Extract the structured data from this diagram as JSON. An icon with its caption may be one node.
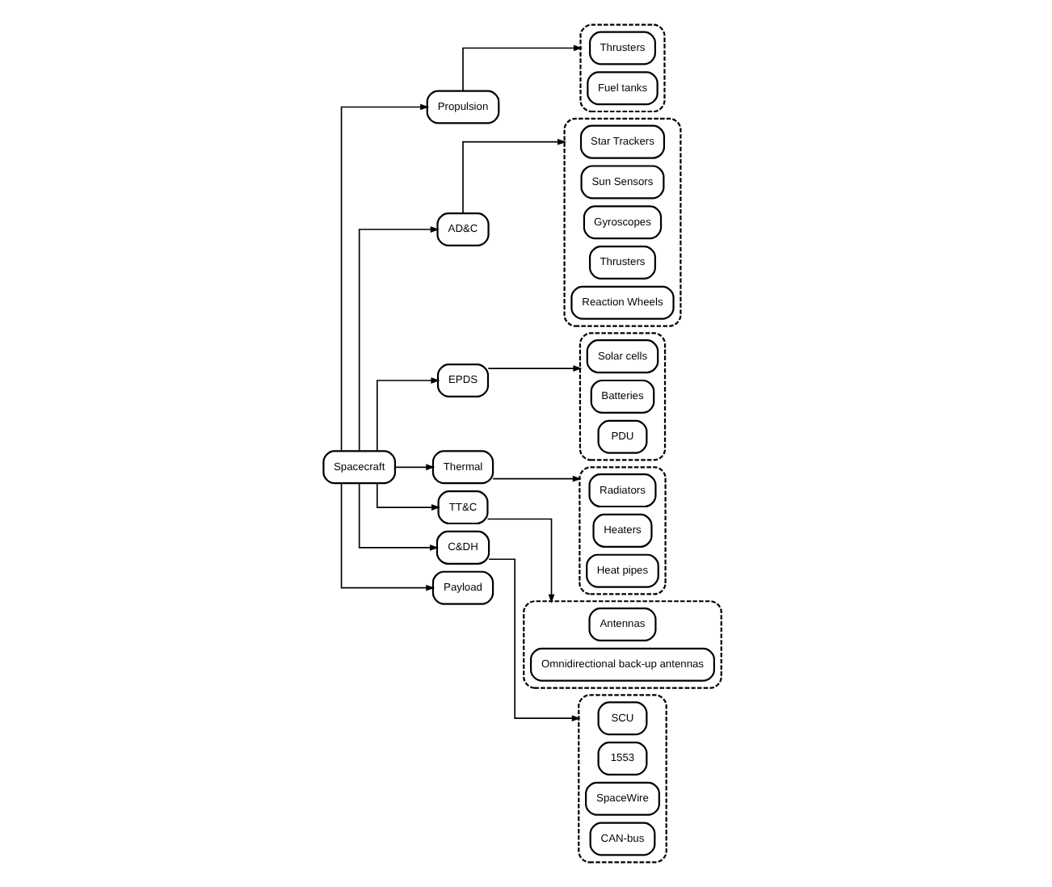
{
  "diagram": {
    "nodes": [
      {
        "text": [
          "Spacecraft"
        ]
      },
      {
        "text": [
          "Propulsion"
        ]
      },
      {
        "text": [],
        "shape": "box"
      },
      {
        "text": [
          "Thrusters"
        ],
        "in": 2
      },
      {
        "text": [
          "Fuel tanks"
        ],
        "in": 2
      },
      {
        "text": [
          "AD&C"
        ]
      },
      {
        "text": [],
        "shape": "box"
      },
      {
        "text": [
          "Star Trackers"
        ],
        "in": 6
      },
      {
        "text": [
          "Sun Sensors"
        ],
        "in": 6
      },
      {
        "text": [
          "Gyroscopes"
        ],
        "in": 6
      },
      {
        "text": [
          "Thrusters"
        ],
        "in": 6
      },
      {
        "text": [
          "Reaction Wheels"
        ],
        "in": 6
      },
      {
        "text": [
          "EPDS"
        ]
      },
      {
        "text": [],
        "shape": "box"
      },
      {
        "text": [
          "Solar cells"
        ],
        "in": 13
      },
      {
        "text": [
          "Batteries"
        ],
        "in": 13
      },
      {
        "text": [
          "PDU"
        ],
        "in": 13
      },
      {
        "text": [
          "Thermal"
        ]
      },
      {
        "text": [],
        "shape": "box"
      },
      {
        "text": [
          "Radiators"
        ],
        "in": 18
      },
      {
        "text": [
          "Heaters"
        ],
        "in": 18
      },
      {
        "text": [
          "Heat pipes"
        ],
        "in": 18
      },
      {
        "text": [
          "TT&C"
        ]
      },
      {
        "text": [],
        "shape": "box"
      },
      {
        "text": [
          "Antennas"
        ],
        "in": 23
      },
      {
        "text": [
          "Omnidirectional back-up antennas"
        ],
        "in": 23
      },
      {
        "text": [
          "C&DH"
        ]
      },
      {
        "text": [],
        "shape": "box"
      },
      {
        "text": [
          "SCU"
        ],
        "in": 27
      },
      {
        "text": [
          "1553"
        ],
        "in": 27
      },
      {
        "text": [
          "SpaceWire"
        ],
        "in": 27
      },
      {
        "text": [
          "CAN-bus"
        ],
        "in": 27
      },
      {
        "text": [
          "Payload"
        ]
      }
    ],
    "edges": [
      {
        "from": 0,
        "to": 1,
        "arrow": "to"
      },
      {
        "from": 0,
        "to": 5,
        "arrow": "to"
      },
      {
        "from": 0,
        "to": 12,
        "arrow": "to"
      },
      {
        "from": 0,
        "to": 17,
        "arrow": "to"
      },
      {
        "from": 0,
        "to": 22,
        "arrow": "to"
      },
      {
        "from": 0,
        "to": 26,
        "arrow": "to"
      },
      {
        "from": 0,
        "to": 32,
        "arrow": "to"
      },
      {
        "from": 1,
        "to": 2,
        "arrow": "to"
      },
      {
        "from": 5,
        "to": 6,
        "arrow": "to"
      },
      {
        "from": 12,
        "to": 13,
        "arrow": "to"
      },
      {
        "from": 17,
        "to": 18,
        "arrow": "to"
      },
      {
        "from": 22,
        "to": 23,
        "arrow": "to"
      },
      {
        "from": 26,
        "to": 27,
        "arrow": "to"
      }
    ]
  }
}
